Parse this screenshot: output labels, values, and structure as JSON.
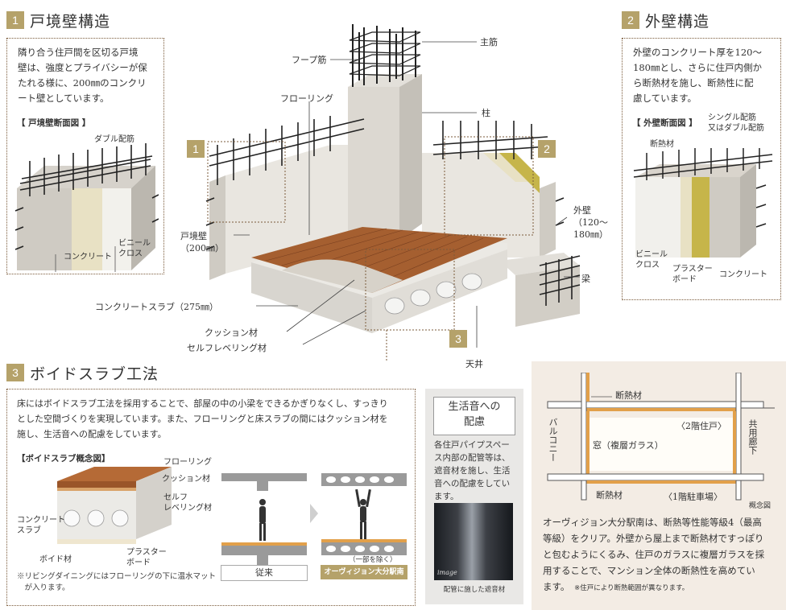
{
  "colors": {
    "accent": "#b5a26a",
    "wood": "#9a5a2e",
    "insulation": "#e2a04a",
    "border": "#7a5a3a",
    "beige_panel": "#f3ece4"
  },
  "section1": {
    "num": "1",
    "title": "戸境壁構造",
    "body": [
      "隣り合う住戸間を区切る戸境",
      "壁は、強度とプライバシーが保",
      "たれる様に、200㎜のコンクリ",
      "ート壁としています。"
    ],
    "diagram_title": "【 戸境壁断面図 】",
    "labels": {
      "rebar": "ダブル配筋",
      "concrete": "コンクリート",
      "vinyl": "ビニール\nクロス"
    }
  },
  "section2": {
    "num": "2",
    "title": "外壁構造",
    "body": [
      "外壁のコンクリート厚を120～",
      "180㎜とし、さらに住戸内側か",
      "ら断熱材を施し、断熱性に配",
      "慮しています。"
    ],
    "diagram_title": "【 外壁断面図 】",
    "labels": {
      "rebar": "シングル配筋\n又はダブル配筋",
      "insulation": "断熱材",
      "vinyl": "ビニール\nクロス",
      "plaster": "プラスター\nボード",
      "concrete": "コンクリート"
    }
  },
  "main": {
    "labels": {
      "main_rebar": "主筋",
      "hoop": "フープ筋",
      "column": "柱",
      "flooring": "フローリング",
      "ext_wall": "外壁\n（120～\n180㎜）",
      "partition": "戸境壁\n（200㎜）",
      "beam": "梁",
      "slab": "コンクリートスラブ（275㎜）",
      "cushion": "クッション材",
      "leveling": "セルフレベリング材",
      "ceiling": "天井"
    },
    "markers": [
      "1",
      "2",
      "3"
    ]
  },
  "section3": {
    "num": "3",
    "title": "ボイドスラブ工法",
    "body": [
      "床にはボイドスラブ工法を採用することで、部屋の中の小梁をできるかぎりなくし、すっきり",
      "とした空間づくりを実現しています。また、フローリングと床スラブの間にはクッション材を",
      "施し、生活音への配慮をしています。"
    ],
    "diagram_title": "【ボイドスラブ概念図】",
    "labels": {
      "flooring": "フローリング",
      "cushion": "クッション材",
      "leveling": "セルフ\nレベリング材",
      "slab": "コンクリート\nスラブ",
      "void": "ボイド材",
      "plaster": "プラスター\nボード"
    },
    "note": [
      "※リビングダイニングにはフローリングの下に温水マット",
      "　が入ります。"
    ],
    "compare": {
      "left": "従来",
      "right": "オーヴィジョン大分駅南",
      "except": "（一部を除く）"
    }
  },
  "living_sound": {
    "title": [
      "生活音への",
      "配慮"
    ],
    "body": [
      "各住戸パイプスペー",
      "ス内部の配管等は、",
      "遮音材を施し、生活",
      "音への配慮をしてい",
      "ます。"
    ],
    "image_tag": "image",
    "caption": "配管に施した遮音材"
  },
  "insulation": {
    "labels": {
      "top": "断熱材",
      "balcony": "バルコニー",
      "window": "窓（複層ガラス）",
      "upper": "〈2階住戸〉",
      "corridor": "共用廊下",
      "bottom": "断熱材",
      "parking": "〈1階駐車場〉",
      "concept": "概念図"
    },
    "body": [
      "オーヴィジョン大分駅南は、断熱等性能等級4（最高",
      "等級）をクリア。外壁から屋上まで断熱材ですっぽり",
      "と包むようにくるみ、住戸のガラスに複層ガラスを採",
      "用することで、マンション全体の断熱性を高めてい",
      "ます。"
    ],
    "note": "※住戸により断熱範囲が異なります。"
  }
}
